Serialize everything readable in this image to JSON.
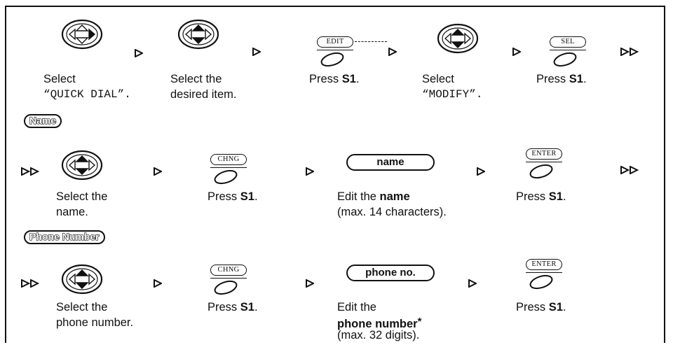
{
  "row1": {
    "step1": {
      "line1": "Select",
      "line2": "“QUICK DIAL”."
    },
    "step2": {
      "line1": "Select the",
      "line2": "desired item."
    },
    "step3": {
      "key_label": "EDIT",
      "pre": "Press ",
      "key": "S1",
      "post": "."
    },
    "step4": {
      "line1": "Select",
      "line2": "“MODIFY”."
    },
    "step5": {
      "key_label": "SEL",
      "pre": "Press ",
      "key": "S1",
      "post": "."
    }
  },
  "section_name": {
    "label": "Name"
  },
  "row2": {
    "step1": {
      "line1": "Select the",
      "line2": "name."
    },
    "step2": {
      "key_label": "CHNG",
      "pre": "Press ",
      "key": "S1",
      "post": "."
    },
    "step3": {
      "field": "name",
      "pre": "Edit the ",
      "bold": "name",
      "line2": "(max. 14 characters)."
    },
    "step4": {
      "key_label": "ENTER",
      "pre": "Press ",
      "key": "S1",
      "post": "."
    }
  },
  "section_phone": {
    "label": "Phone Number"
  },
  "row3": {
    "step1": {
      "line1": "Select the",
      "line2": "phone number."
    },
    "step2": {
      "key_label": "CHNG",
      "pre": "Press ",
      "key": "S1",
      "post": "."
    },
    "step3": {
      "field": "phone no.",
      "line1": "Edit the",
      "bold": "phone number",
      "star": "*",
      "line3": "(max. 32 digits)."
    },
    "step4": {
      "key_label": "ENTER",
      "pre": "Press ",
      "key": "S1",
      "post": "."
    }
  },
  "icons": {
    "navigator": "navigator-key-icon",
    "softkey": "soft-key-icon",
    "arrow": "step-arrow-icon",
    "double_arrow": "continue-arrow-icon"
  }
}
